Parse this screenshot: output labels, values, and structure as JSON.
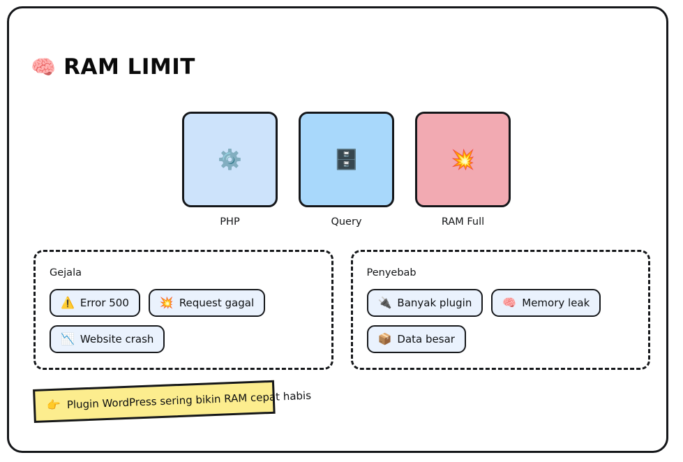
{
  "frame": {
    "border_color": "#15171a"
  },
  "header": {
    "emoji": "🧠",
    "emoji_name": "brain-emoji",
    "title": "RAM LIMIT"
  },
  "cards": [
    {
      "label": "PHP",
      "emoji": "⚙️",
      "icon_name": "gear-icon",
      "bg": "#cde3fb"
    },
    {
      "label": "Query",
      "emoji": "🗄️",
      "icon_name": "file-cabinet-icon",
      "bg": "#a8d8fb"
    },
    {
      "label": "RAM Full",
      "emoji": "💥",
      "icon_name": "collision-icon",
      "bg": "#f2aab2"
    }
  ],
  "panels": [
    {
      "title": "Gejala",
      "chips": [
        {
          "label": "Error 500",
          "emoji": "⚠️",
          "icon_name": "warning-icon"
        },
        {
          "label": "Request gagal",
          "emoji": "💥",
          "icon_name": "collision-icon"
        },
        {
          "label": "Website crash",
          "emoji": "📉",
          "icon_name": "chart-decreasing-icon"
        }
      ]
    },
    {
      "title": "Penyebab",
      "chips": [
        {
          "label": "Banyak plugin",
          "emoji": "🔌",
          "icon_name": "plug-icon"
        },
        {
          "label": "Memory leak",
          "emoji": "🧠",
          "icon_name": "brain-icon"
        },
        {
          "label": "Data besar",
          "emoji": "📦",
          "icon_name": "package-icon"
        }
      ]
    }
  ],
  "note": {
    "emoji": "👉",
    "icon_name": "pointing-right-icon",
    "text": "Plugin WordPress sering bikin RAM cepat habis",
    "bg": "#fced8e"
  },
  "colors": {
    "ink": "#15171a",
    "chip_bg": "#eaf2fd",
    "note_bg": "#fced8e"
  }
}
